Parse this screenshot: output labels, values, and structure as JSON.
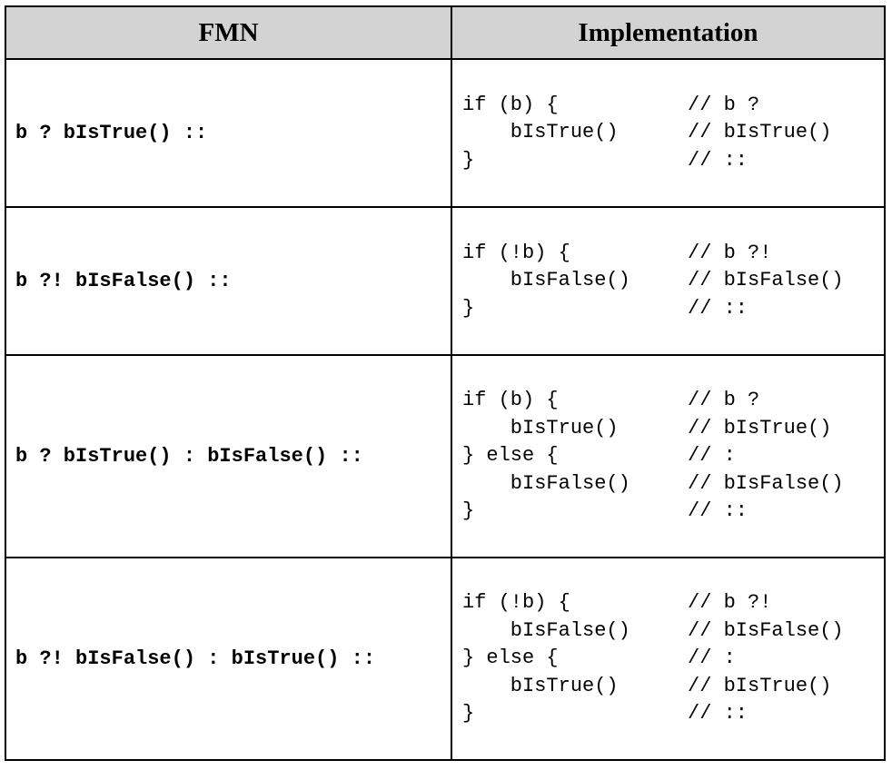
{
  "table": {
    "headers": [
      "FMN",
      "Implementation"
    ],
    "rows": [
      {
        "fmn": "b ? bIsTrue() ::",
        "impl": [
          {
            "code": "if (b) {",
            "comment": "// b ?"
          },
          {
            "code": "    bIsTrue()",
            "comment": "// bIsTrue()"
          },
          {
            "code": "}",
            "comment": "// ::"
          }
        ]
      },
      {
        "fmn": "b ?! bIsFalse() ::",
        "impl": [
          {
            "code": "if (!b) {",
            "comment": "// b ?!"
          },
          {
            "code": "    bIsFalse()",
            "comment": "// bIsFalse()"
          },
          {
            "code": "}",
            "comment": "// ::"
          }
        ]
      },
      {
        "fmn": "b ? bIsTrue() : bIsFalse() ::",
        "impl": [
          {
            "code": "if (b) {",
            "comment": "// b ?"
          },
          {
            "code": "    bIsTrue()",
            "comment": "// bIsTrue()"
          },
          {
            "code": "} else {",
            "comment": "// :"
          },
          {
            "code": "    bIsFalse()",
            "comment": "// bIsFalse()"
          },
          {
            "code": "}",
            "comment": "// ::"
          }
        ]
      },
      {
        "fmn": "b ?! bIsFalse() : bIsTrue() ::",
        "impl": [
          {
            "code": "if (!b) {",
            "comment": "// b ?!"
          },
          {
            "code": "    bIsFalse()",
            "comment": "// bIsFalse()"
          },
          {
            "code": "} else {",
            "comment": "// :"
          },
          {
            "code": "    bIsTrue()",
            "comment": "// bIsTrue()"
          },
          {
            "code": "}",
            "comment": "// ::"
          }
        ]
      }
    ]
  }
}
